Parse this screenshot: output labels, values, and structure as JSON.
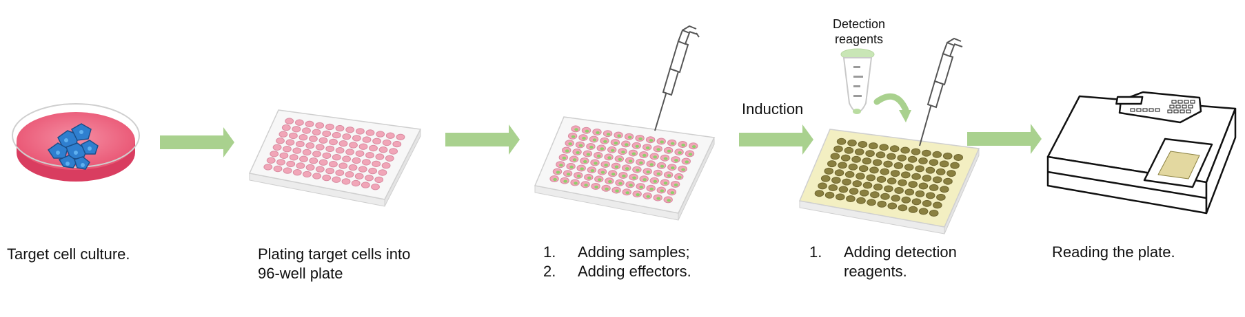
{
  "colors": {
    "arrow": "#a9d18e",
    "dish_pink": "#e8506f",
    "dish_pink_light": "#f2879d",
    "cell_blue": "#2f7fcf",
    "well_pink": "#f1a6b8",
    "well_green": "#8ed06b",
    "well_olive": "#8a8040",
    "plate_yellow": "#f3efc2"
  },
  "labels": {
    "induction": "Induction",
    "detection_reagents_line1": "Detection",
    "detection_reagents_line2": "reagents"
  },
  "steps": [
    {
      "caption_line1": "Target cell culture.",
      "caption_line2": ""
    },
    {
      "caption_line1": "Plating target cells into",
      "caption_line2": "96-well plate"
    },
    {
      "items": [
        {
          "num": "1.",
          "text": "Adding samples;"
        },
        {
          "num": "2.",
          "text": "Adding effectors."
        }
      ]
    },
    {
      "items": [
        {
          "num": "1.",
          "text": "Adding detection"
        },
        {
          "num": "",
          "text": "reagents."
        }
      ]
    },
    {
      "caption_line1": "Reading the plate.",
      "caption_line2": ""
    }
  ]
}
